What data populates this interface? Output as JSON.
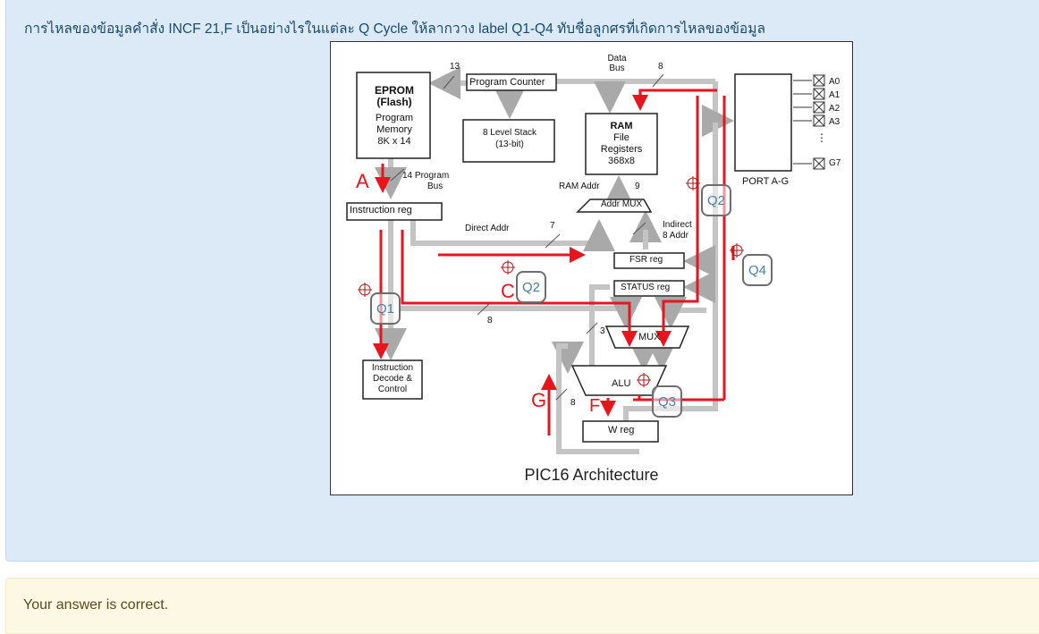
{
  "question": {
    "text": "การไหลของข้อมูลคำสั่ง INCF 21,F  เป็นอย่างไรในแต่ละ Q Cycle ให้ลากวาง label Q1-Q4 ทับชื่อลูกศรที่เกิดการไหลของข้อมูล"
  },
  "diagram": {
    "caption": "PIC16 Architecture",
    "blocks": {
      "eprom": [
        "EPROM",
        "(Flash)",
        "Program",
        "Memory",
        "8K x 14"
      ],
      "program_counter": "Program Counter",
      "stack": [
        "8 Level Stack",
        "(13-bit)"
      ],
      "ram": [
        "RAM",
        "File",
        "Registers",
        "368x8"
      ],
      "port": "PORT A-G",
      "instruction_reg": "Instruction reg",
      "addr_mux": "Addr MUX",
      "fsr_reg": "FSR reg",
      "status_reg": "STATUS reg",
      "mux": "MUX",
      "alu": "ALU",
      "w_reg": "W reg",
      "decode": [
        "Instruction",
        "Decode &",
        "Control"
      ]
    },
    "labels": {
      "data_bus": [
        "Data",
        "Bus"
      ],
      "data_bus_width": "8",
      "pc_width": "13",
      "program_bus": [
        "14  Program",
        "Bus"
      ],
      "ram_addr": "RAM Addr",
      "ram_addr_width": "9",
      "direct_addr": "Direct Addr",
      "direct_width": "7",
      "indirect_addr": [
        "Indirect",
        "8  Addr"
      ],
      "bus8_mid": "8",
      "bus3": "3",
      "bus8_alu": "8",
      "port_pins": [
        "A0",
        "A1",
        "A2",
        "A3",
        "G7"
      ],
      "port_dots": "⋮"
    },
    "arrow_letters": {
      "a": "A",
      "c": "C",
      "f": "F",
      "g": "G"
    }
  },
  "drop_labels": [
    "Q1",
    "Q2",
    "Q2",
    "Q3",
    "Q4"
  ],
  "feedback": {
    "text": "Your answer is correct."
  },
  "colors": {
    "panel_bg": "#dbeaf6",
    "question_text": "#1b4a6e",
    "flow_red": "#e8151f",
    "bus_gray": "#bdbdbd",
    "feedback_bg": "#fcf8e3"
  }
}
